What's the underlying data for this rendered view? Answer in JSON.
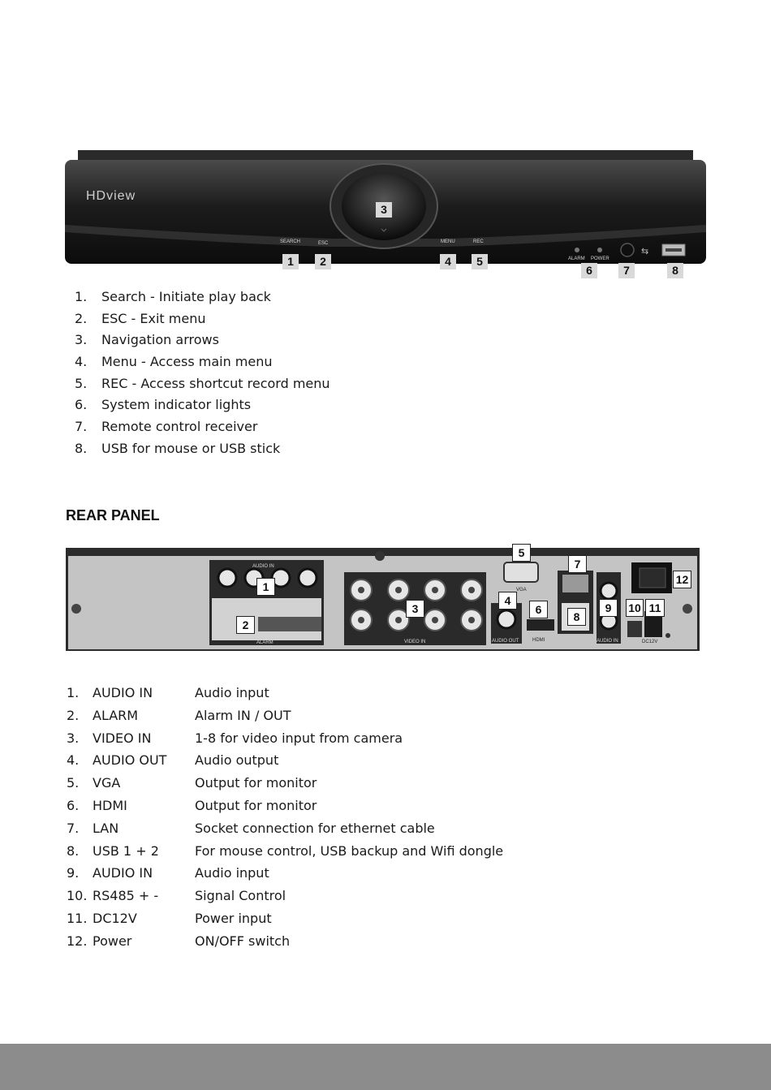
{
  "front_panel": {
    "brand": "HDview",
    "button_labels": [
      "SEARCH",
      "ESC",
      "MENU",
      "REC"
    ],
    "indicator_labels": [
      "ALARM",
      "POWER"
    ],
    "usb_symbol": "⇆",
    "markers": [
      "1",
      "2",
      "3",
      "4",
      "5",
      "6",
      "7",
      "8"
    ],
    "items": [
      {
        "num": "1.",
        "text": "Search - Initiate play back"
      },
      {
        "num": "2.",
        "text": "ESC - Exit menu"
      },
      {
        "num": "3.",
        "text": "Navigation arrows"
      },
      {
        "num": "4.",
        "text": "Menu - Access main menu"
      },
      {
        "num": "5.",
        "text": "REC - Access shortcut record menu"
      },
      {
        "num": "6.",
        "text": "System indicator lights"
      },
      {
        "num": "7.",
        "text": "Remote control receiver"
      },
      {
        "num": "8.",
        "text": "USB for mouse or USB stick"
      }
    ]
  },
  "rear_panel": {
    "title": "REAR PANEL",
    "panel_labels": {
      "audio_in": "AUDIO IN",
      "alarm": "ALARM",
      "video_in": "VIDEO IN",
      "audio_out": "AUDIO OUT",
      "hdmi": "HDMI",
      "vga": "VGA",
      "audio_in_2": "AUDIO IN",
      "dc12v": "DC12V"
    },
    "markers": [
      "1",
      "2",
      "3",
      "4",
      "5",
      "6",
      "7",
      "8",
      "9",
      "10",
      "11",
      "12"
    ],
    "items": [
      {
        "num": "1.",
        "port": "AUDIO IN",
        "desc": "Audio input"
      },
      {
        "num": "2.",
        "port": "ALARM",
        "desc": "Alarm IN / OUT"
      },
      {
        "num": "3.",
        "port": "VIDEO IN",
        "desc": "1-8 for video input from camera"
      },
      {
        "num": "4.",
        "port": "AUDIO OUT",
        "desc": "Audio output"
      },
      {
        "num": "5.",
        "port": "VGA",
        "desc": "Output for monitor"
      },
      {
        "num": "6.",
        "port": "HDMI",
        "desc": "Output for monitor"
      },
      {
        "num": "7.",
        "port": "LAN",
        "desc": "Socket connection for ethernet cable"
      },
      {
        "num": "8.",
        "port": "USB 1 + 2",
        "desc": "For mouse control, USB backup and Wifi dongle"
      },
      {
        "num": "9.",
        "port": "AUDIO IN",
        "desc": "Audio input"
      },
      {
        "num": "10.",
        "port": "RS485 + -",
        "desc": "Signal Control"
      },
      {
        "num": "11.",
        "port": "DC12V",
        "desc": "Power input"
      },
      {
        "num": "12.",
        "port": "Power",
        "desc": "ON/OFF switch"
      }
    ]
  },
  "colors": {
    "footer": "#8c8c8c",
    "device_body": "#1c1c1c",
    "rear_body": "#c4c4c4"
  }
}
